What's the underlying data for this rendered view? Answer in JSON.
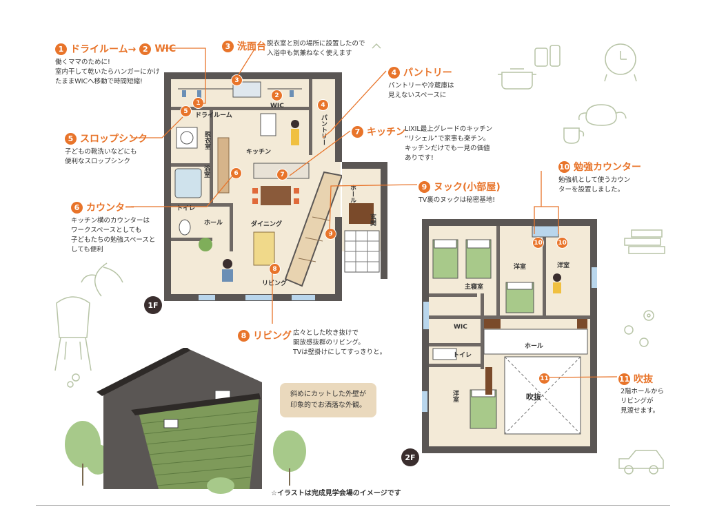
{
  "floors": {
    "first": "1F",
    "second": "2F"
  },
  "callouts": [
    {
      "num": "1",
      "title": "ドライルーム→",
      "num2": "2",
      "title2": "WIC",
      "desc": "働くママのために!\n室内干して乾いたらハンガーにかけ\nたままWICへ移動で時間短縮!"
    },
    {
      "num": "3",
      "title": "洗面台",
      "desc": "脱衣室と別の場所に設置したので\n入浴中も気兼ねなく使えます"
    },
    {
      "num": "4",
      "title": "パントリー",
      "desc": "パントリーや冷蔵庫は\n見えないスペースに"
    },
    {
      "num": "5",
      "title": "スロップシンク",
      "desc": "子どもの靴洗いなどにも\n便利なスロップシンク"
    },
    {
      "num": "6",
      "title": "カウンター",
      "desc": "キッチン横のカウンターは\nワークスペースとしても\n子どもたちの勉強スペースと\nしても便利"
    },
    {
      "num": "7",
      "title": "キッチン",
      "desc": "LIXIL最上グレードのキッチン\n“リシェル”で家事も楽チン。\nキッチンだけでも一見の価値\nありです!"
    },
    {
      "num": "8",
      "title": "リビング",
      "desc": "広々とした吹き抜けで\n開放感抜群のリビング。\nTVは壁掛けにしてすっきりと。"
    },
    {
      "num": "9",
      "title": "ヌック(小部屋)",
      "desc": "TV裏のヌックは秘密基地!"
    },
    {
      "num": "10",
      "title": "勉強カウンター",
      "desc": "勉強机として使うカウン\nターを設置しました。"
    },
    {
      "num": "11",
      "title": "吹抜",
      "desc": "2階ホールから\nリビングが\n見渡せます。"
    }
  ],
  "rooms_1f": {
    "dry_room": "ドライルーム",
    "wic": "WIC",
    "pantry": "パントリー",
    "datsui": "脱衣室",
    "kitchen": "キッチン",
    "bath": "浴室",
    "toilet": "トイレ",
    "hall": "ホール",
    "dining": "ダイニング",
    "living": "リビング",
    "hall2": "ホール",
    "genkan": "玄関"
  },
  "rooms_2f": {
    "master": "主寝室",
    "youshitsu1": "洋室",
    "youshitsu2": "洋室",
    "wic": "WIC",
    "toilet": "トイレ",
    "hall": "ホール",
    "youshitsu3": "洋室",
    "fukinuke": "吹抜"
  },
  "pins_1f": [
    "1",
    "2",
    "3",
    "4",
    "5",
    "6",
    "7",
    "8",
    "9"
  ],
  "pins_2f": [
    "10",
    "10",
    "11"
  ],
  "exterior_note": "斜めにカットした外壁が\n印象的でお洒落な外観。",
  "footer_note": "☆イラストは完成見学会場のイメージです",
  "colors": {
    "accent": "#e8742a",
    "wall": "#5a5654",
    "floor": "#f3ead7",
    "green": "#a8c98a",
    "siding": "#7e9a5a"
  }
}
